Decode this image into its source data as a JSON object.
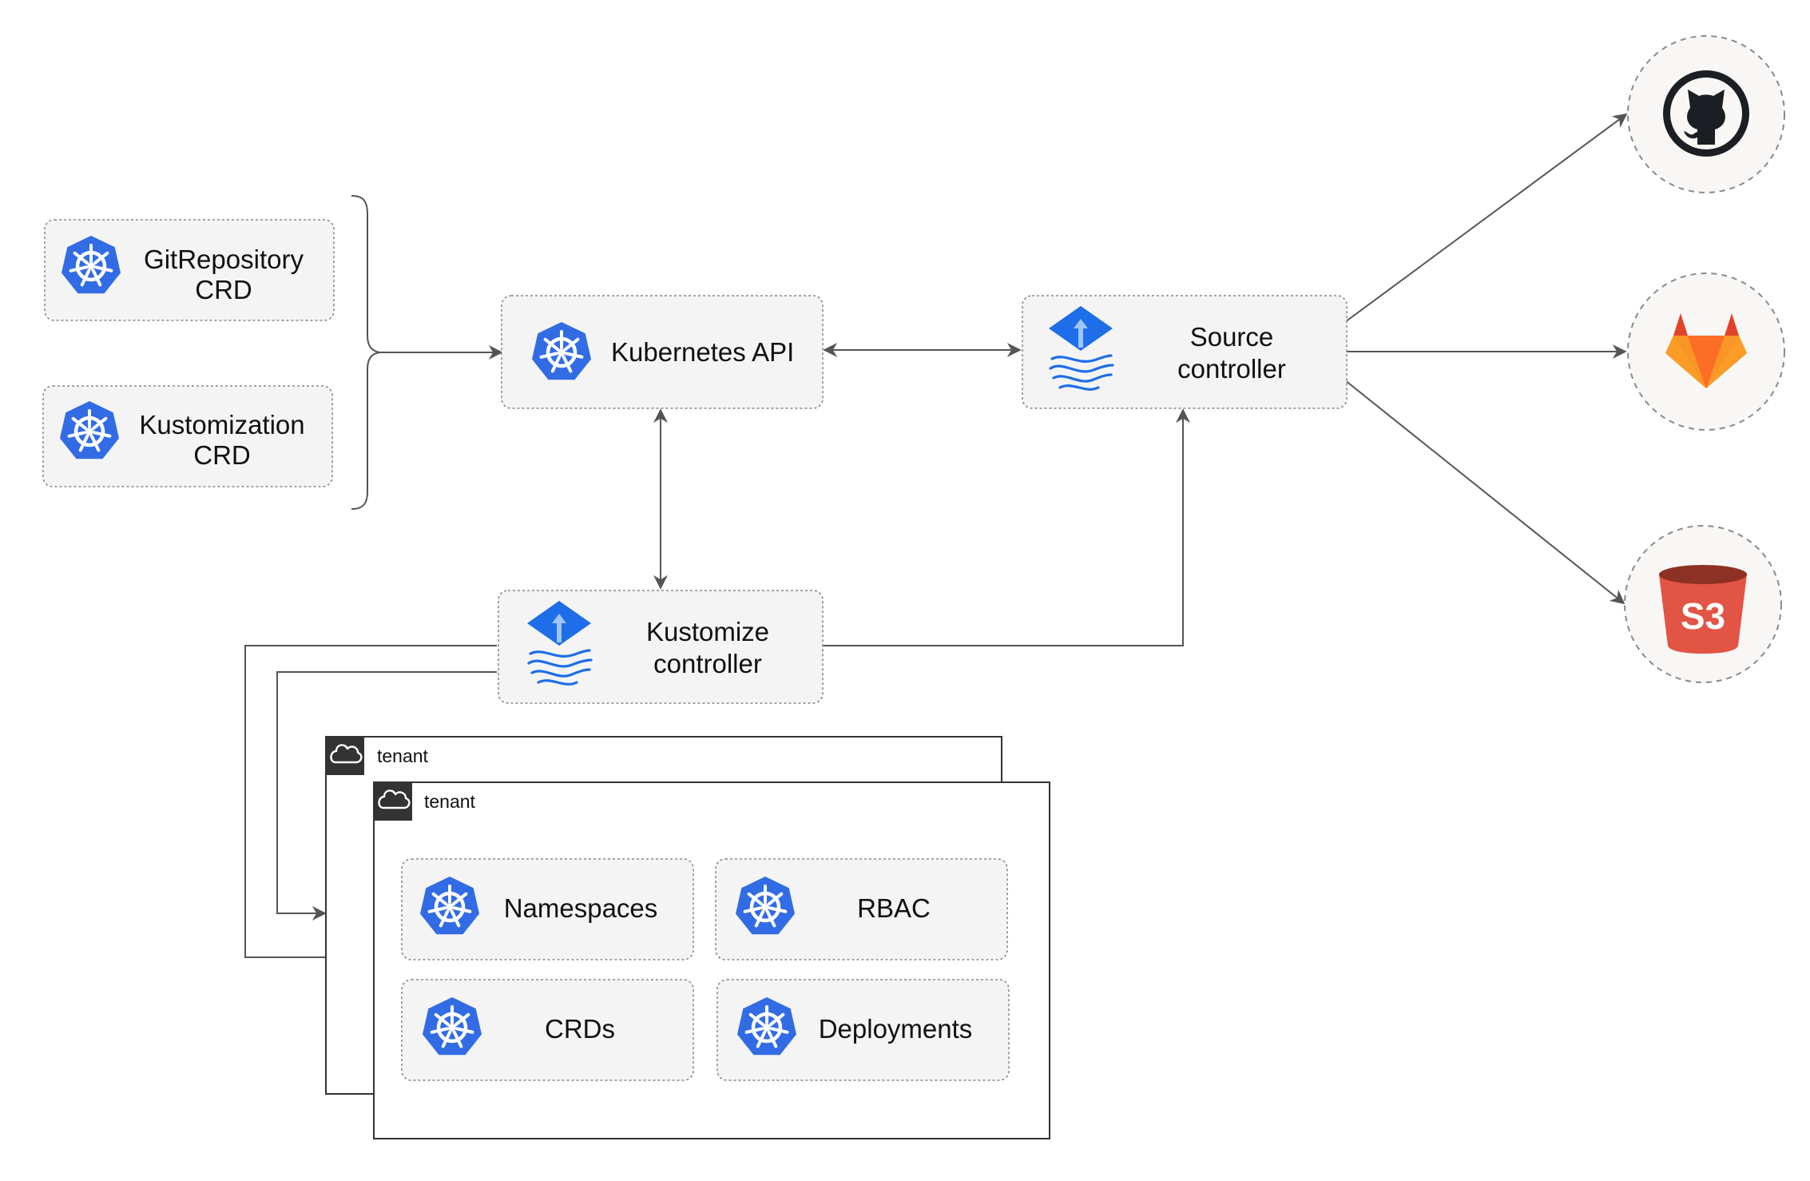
{
  "colors": {
    "k8s_blue": "#326ce5",
    "flux_blue": "#1d6ee8",
    "node_fill": "#f4f4f4",
    "edge": "#555555",
    "gitlab_orange": "#fc6d26",
    "s3_red": "#e25444"
  },
  "crds": {
    "gitrepo": {
      "line1": "GitRepository",
      "line2": "CRD",
      "icon": "kubernetes-helm-wheel-icon"
    },
    "kustomization": {
      "line1": "Kustomization",
      "line2": "CRD",
      "icon": "kubernetes-helm-wheel-icon"
    }
  },
  "kube_api": {
    "label": "Kubernetes API",
    "icon": "kubernetes-helm-wheel-icon"
  },
  "source_controller": {
    "line1": "Source",
    "line2": "controller",
    "icon": "flux-icon"
  },
  "kustomize_controller": {
    "line1": "Kustomize",
    "line2": "controller",
    "icon": "flux-icon"
  },
  "tenants": {
    "back": {
      "label": "tenant",
      "icon": "cloud-icon"
    },
    "front": {
      "label": "tenant",
      "icon": "cloud-icon"
    }
  },
  "resources": {
    "namespaces": "Namespaces",
    "rbac": "RBAC",
    "crds": "CRDs",
    "deployments": "Deployments"
  },
  "sources": {
    "github": {
      "icon": "github-octocat-icon"
    },
    "gitlab": {
      "icon": "gitlab-fox-icon"
    },
    "s3": {
      "label": "S3",
      "icon": "s3-bucket-icon"
    }
  }
}
